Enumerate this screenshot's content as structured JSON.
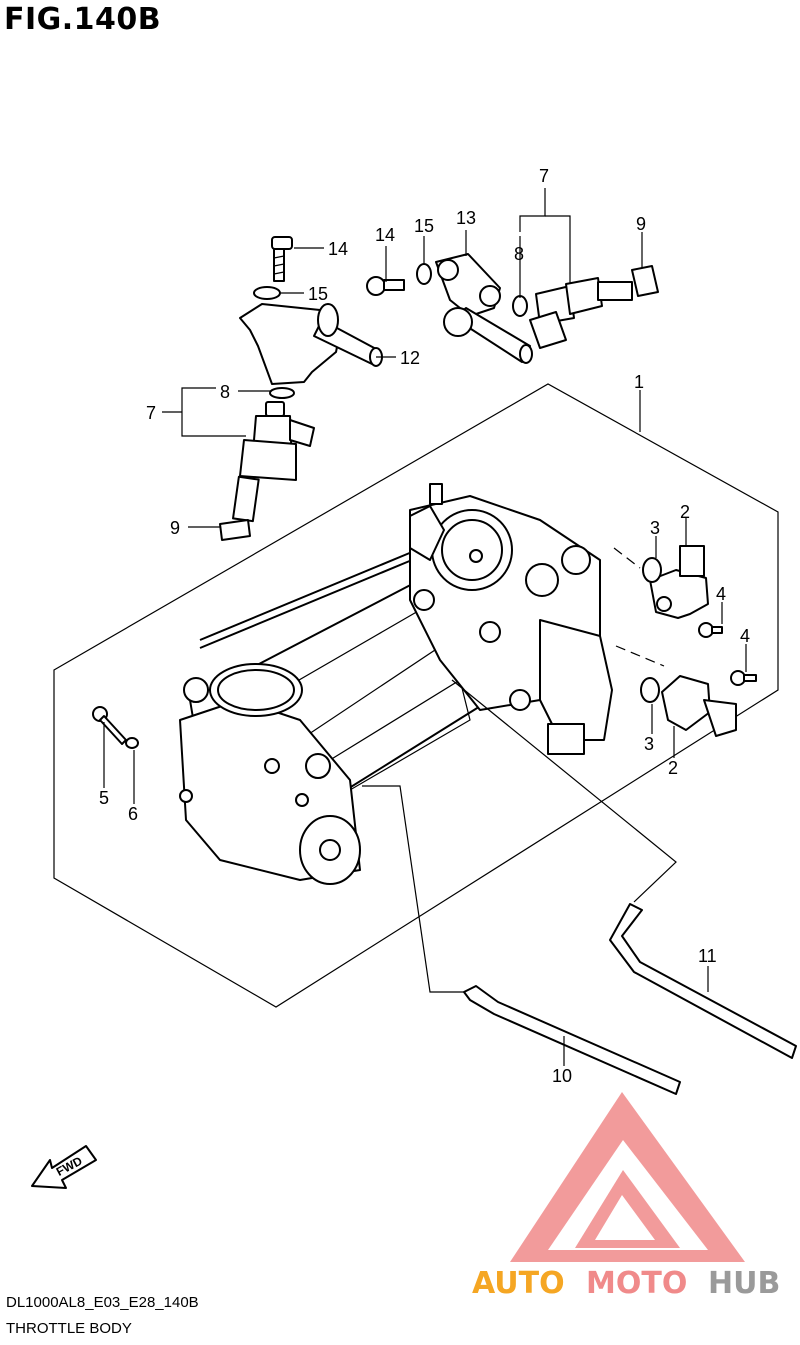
{
  "header": {
    "figure_label": "FIG.140B"
  },
  "callouts": {
    "c1": "1",
    "c2a": "2",
    "c2b": "2",
    "c3a": "3",
    "c3b": "3",
    "c4a": "4",
    "c4b": "4",
    "c5": "5",
    "c6": "6",
    "c7a": "7",
    "c7b": "7",
    "c8a": "8",
    "c8b": "8",
    "c9a": "9",
    "c9b": "9",
    "c10": "10",
    "c11": "11",
    "c12": "12",
    "c13": "13",
    "c14a": "14",
    "c14b": "14",
    "c15a": "15",
    "c15b": "15"
  },
  "fwd_label": "FWD",
  "footer": {
    "code": "DL1000AL8_E03_E28_140B",
    "caption": "THROTTLE BODY"
  },
  "watermark": {
    "text_a": "AUTO",
    "text_b": "MOTO",
    "text_c": "HUB",
    "color_red": "#f08a8a",
    "color_orange": "#f5a623",
    "color_gray": "#9a9a9a"
  }
}
